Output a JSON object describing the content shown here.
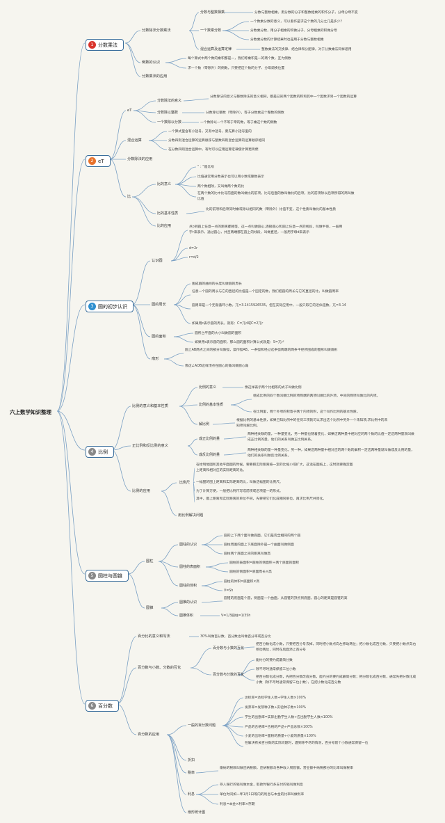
{
  "root": "六上数学知识整理",
  "colors": {
    "t1": "#d9342b",
    "t2": "#e8722a",
    "t3": "#2e8fd0",
    "t4": "#888888",
    "t5": "#888888",
    "t6": "#888888",
    "link": "#7aa0c4"
  },
  "t1": {
    "label": "分数乘法",
    "a": "分数除法分数乘法",
    "a1": "分数与整数相乘",
    "a1x": "分数与整数相乘，用分数的分子和整数相乘的积作分子，分母分母不变",
    "a2": "一个数乘分数",
    "a2x": "一个数乘分数的意义，可以看作是求这个数的几分之几是多少？",
    "a2y": "分数乘分数，用分子相乘的积做分子，分母相乘的积做分母",
    "a2z": "分数乘分数的计算结果时也是用于分数与整数相乘",
    "a3": "混合运算及运算定律",
    "a3x": "整数乘法的交换律、结合律和分配律，对于分数乘法同样适用",
    "b": "倒数的认识",
    "b1": "每个算式中两个数的乘积都是一，我们称乘积是一的两个数，互为倒数",
    "b2": "求一个数（零除外）的倒数，只要把这个数的分子、分母调换位置",
    "c": "分数乘法的应用"
  },
  "t2": {
    "label": "eT",
    "a": "eT",
    "a1": "分数除法的意义",
    "a1x": "分数除法的意义与整数除法的意义相同，都是已知两个因数的积和其中一个因数求另一个因数的运算",
    "a2": "分数除以整数",
    "a2x": "分数除以整数（零除外），等于分数乘这个整数的倒数",
    "a3": "一个数除以分数",
    "a3x": "一个数除以一个不等于零的数，等于乘这个数的倒数",
    "b": "混合运算",
    "b1": "一个算式里含有小括号，又有中括号，要先算小括号里的",
    "b2": "分数四则混合运算的运算顺序与整数四则混合运算的运算顺序相同",
    "b3": "在分数四则混合运算中，有时可以应用运算定律使计算更简便",
    "c": "分数除法的应用",
    "d": "比",
    "d1": "比的意义",
    "d1a": "“ : ”是比号",
    "d1b": "比值通常用分数表示也可以用小数或整数表示",
    "d1c": "两个数相除，又叫做两个数的比",
    "d1d": "在两个数的比中比号前面的数叫做比的前项，比号后面的数叫做比的后项，比的前项除以后项所得的商叫做比值",
    "d2": "比的基本性质",
    "d2x": "比的前项和后项同时乘或除以相同的数（零除外）比值不变，这个性质叫做比的基本性质",
    "d3": "比的应用"
  },
  "t3": {
    "label": "圆的初步认识",
    "a": "认识圆",
    "a1": "点o到圆上任意一点的距离都相等，这一点叫做圆心,连接圆心和圆上任意一点的线段，叫做半径，一般用字r来表示，通过圆心，并且两端都在圆上的线段，叫做直径，一般用字母d来表示",
    "a2": "d=2r",
    "a3": "r=d/2",
    "b": "圆的周长",
    "b1": "围成圆的曲线的长度叫做圆的周长",
    "b2": "任意一个圆的周长与它的直径的比值是一个固定的数，我们把圆的周长与它的直径的比，叫做圆周率",
    "b3": "圆周率是一个无限循环小数，兀=3.1415926535，但在实际应用中，一般只取它的近似值数，兀=3.14",
    "b4": "如果用c表示圆的周长，就有：C=兀d或C=2兀r",
    "c": "圆的面积",
    "c1": "圆所占平面的大小叫做圆的面积",
    "c2": "如果用s表示圆的面积，那么圆的面积计算公式就是：S=兀r²",
    "d": "扇形",
    "d1": "圆上AB两点之间的部分叫做弧，读作弧AB，一条弧和经过这条弧两端的两条半径所围成的图形叫做扇形",
    "d2": "像这∠AOB这样顶点在圆心的角叫做圆心角"
  },
  "t4": {
    "label": "比例",
    "a": "比例的意义和基本性质",
    "a1": "比例的意义",
    "a1x": "像这样表示两个比相等的式子叫做比例",
    "a2": "比例的基本性质",
    "a2x": "组成比例的四个数叫做比例的项两端的两项叫做比的外项，中间的两项叫做比的内项。",
    "a2y": "在比例里，两个外项的积等于两个内项的积，这个叫作比例的基本性质。",
    "a3": "解比例",
    "a3x": "根据比例的基本性质，如果已知比例中的任何三项就可以求出这个比例中另外一个未知项,求比例中的未知项叫解比例。",
    "b": "正比例和反比例的意义",
    "b1": "成正比例的量",
    "b1x": "两种相关联的量，一种量变化，另一种量也随着变化，如果这两种量中相对应的两个数的比值一定这两种量就叫做成正比例的量，他们的关系叫做正比例关系。",
    "b2": "成反比例的量",
    "b2x": "两种相关联的量一种量变化，另一种，如果这两种量中相对应的两个数的乘积一定这两种量就叫做成反比例的量，他们的关系叫做反比例关系。",
    "c": "比例的应用",
    "c1": "比例尺",
    "c1a": "在绘制地图和其他平面图的时候，要要把实际距离按一定的比缩小或扩大，这话在图纸上，这时就要确定图上距离和相对应的实际距离的比。",
    "c1b": "一幅图的图上距离和实际距离的比，叫做这幅图的比例尺。",
    "c1c": "为了计算方便，一般把比例尺写成前项或后项是一的形式。",
    "c1d": "其中，图上距离和实际距离的单位不同，先要把它们化成相同单位，再求比例尺并简化。",
    "c2": "用比例解决问题"
  },
  "t5": {
    "label": "圆柱与圆锥",
    "a": "圆柱",
    "a1": "圆柱的认识",
    "a1a": "圆的上下两个面叫做底面，它们是完全相同的两个圆",
    "a1b": "圆柱周围的面上下底面除外是一个曲面叫做侧面",
    "a1c": "圆柱两个底面之间的距离叫做高",
    "a2": "圆柱的表面积",
    "a2a": "圆柱的表面积=圆柱的侧面积＋两个底面的面积",
    "a2b": "圆柱的侧面积=底面周长×高",
    "a3": "圆柱的体积",
    "a3a": "圆柱的体积=底面积×高",
    "a3b": "V=Sh",
    "b": "圆锥",
    "b1": "圆锥的认识",
    "b1x": "圆锥的底面是个圆，侧面是一个曲面，从圆锥的顶点到底面，圆心的距离是圆锥的高",
    "b2": "圆锥体积",
    "b2x": "V=1/3圆柱=1/3Sh"
  },
  "t6": {
    "label": "百分数",
    "a": "百分比的意义和写法",
    "a1": "30%叫做百分数，百分数也叫做百分率或百分比",
    "b": "百分数与小数、分数的互化",
    "b1": "百分数与小数的互化",
    "b1a": "把百分数化成小数，只要把百分号去掉，同时把小数点向左移动两位；把小数化成百分数，只要把小数点向右移动两位，同时在后面添上百分号",
    "b2": "百分数与分数的互化",
    "b2a": "能约分的要约成最简分数",
    "b2b": "除不尽时通常保留三位小数",
    "b2c": "把百分数化成分数，先把百分数改成分数，能约分的要约成最简分数；把分数化成百分数，通常先把分数化成小数（除不尽时通常保留三位小数），在把小数化成百分数",
    "c": "百分数的应用",
    "c1": "一般的百分数问题",
    "c1a": "达标率=达标学生人数÷学生人数×100%",
    "c1b": "发芽率=发芽种子数÷实验种子数×100%",
    "c1c": "学生的出勤率=实际出勤学生人数÷应出勤学生人数×100%",
    "c1d": "产品的合格率=合格的产品÷产品总数×100%",
    "c1e": "小麦的出粉率=面粉的质量÷小麦的质量×100%",
    "c1f": "在解决有关百分数的实际问题时，遇到除不尽的情况，百分号前个小数通常保留一位",
    "c2": "折扣",
    "c3": "税率",
    "c3a": "缴纳的税款叫做应纳税额，应纳税额与各种收入销售额，营业额中纳税部分的比率叫做税率",
    "c4": "利息",
    "c4a": "存入银行的钱叫做本金，取款时银行多支付的钱叫做利息",
    "c4b": "单位时间如一年1月1日等内的利息与本金的比率叫做利率",
    "c4c": "利息=本金×利率×存期",
    "c5": "扇形统计图"
  }
}
